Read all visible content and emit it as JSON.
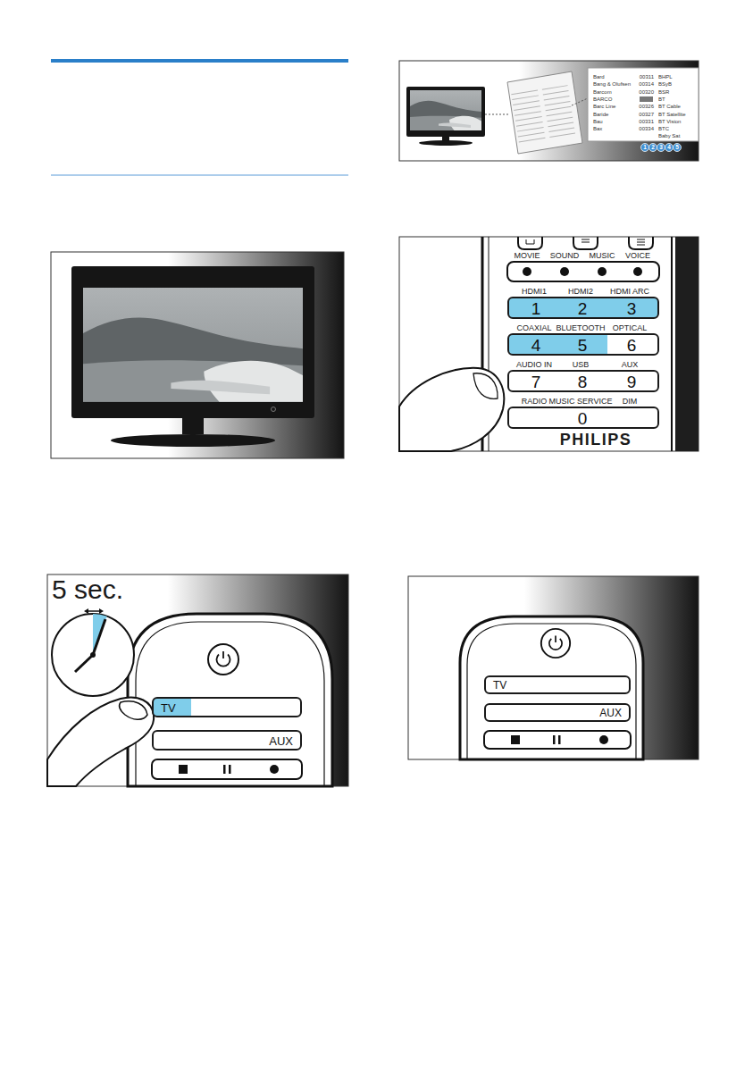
{
  "diagram": {
    "nodes": [
      {
        "text": [
          "TV"
        ]
      },
      {
        "text": [
          "AUX"
        ]
      },
      {
        "text": [
          "1",
          "2",
          "3"
        ]
      },
      {
        "text": [
          "4",
          "5",
          "6"
        ]
      },
      {
        "text": [
          "7",
          "8",
          "9"
        ]
      },
      {
        "text": [
          "0"
        ]
      },
      {
        "text": [
          "TV"
        ]
      },
      {
        "text": [
          "AUX"
        ]
      }
    ],
    "labels": [
      "5 sec.",
      "Bard",
      "00311",
      "Bang & Olufsen",
      "00314",
      "Barcom",
      "00320",
      "BARCO",
      "Barc Line",
      "00326",
      "Baride",
      "00327",
      "Bau",
      "00331",
      "Bax",
      "00334",
      "BHPL",
      "BSyB",
      "BSR",
      "BT",
      "BT Cable",
      "BT Satellite",
      "BT Vision",
      "BTC",
      "Baby Sat",
      "1",
      "2",
      "3",
      "4",
      "5",
      "MOVIE",
      "SOUND",
      "MUSIC",
      "VOICE",
      "HDMI1",
      "HDMI2",
      "HDMI ARC",
      "COAXIAL",
      "BLUETOOTH",
      "OPTICAL",
      "AUDIO IN",
      "USB",
      "AUX",
      "RADIO",
      "MUSIC SERVICE",
      "DIM",
      "PHILIPS"
    ]
  }
}
